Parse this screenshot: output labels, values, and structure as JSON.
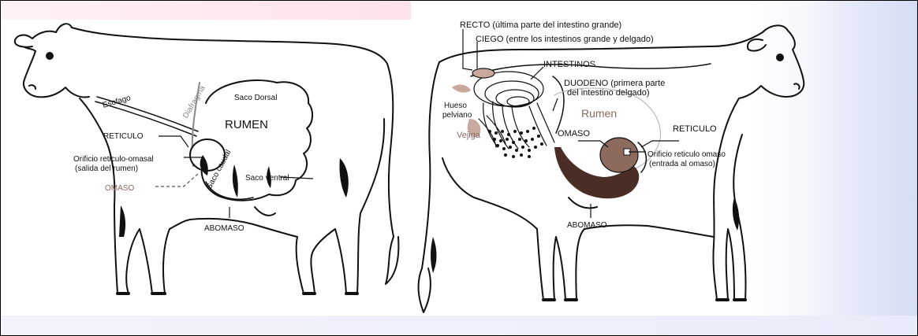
{
  "left_labels": {
    "esofago": "Esofago",
    "diafragma": "Diafragma",
    "saco_dorsal": "Saco Dorsal",
    "rumen": "RUMEN",
    "reticulo": "RETICULO",
    "orificio_line1": "Orificio reticulo-omasal",
    "orificio_line2": "(salida del rumen)",
    "omaso": "OMASO",
    "saco_caudal": "Saco caudal",
    "saco_ventral": "Saco ventral",
    "abomaso": "ABOMASO"
  },
  "right_labels": {
    "recto": "RECTO (última parte del intestino grande)",
    "ciego": "CIEGO (entre los intestinos grande y delgado)",
    "intestinos": "INTESTINOS",
    "duodeno_line1": "DUODENO (primera parte",
    "duodeno_line2": "del intestino delgado)",
    "rumen": "Rumen",
    "hueso_line1": "Hueso",
    "hueso_line2": "pelviano",
    "vejiga": "Vejiga",
    "omaso": "OMASO",
    "reticulo": "RETICULO",
    "orificio_line1": "Orificio reticulo omaso",
    "orificio_line2": "(entrada al omaso)",
    "abomaso": "ABOMASO"
  },
  "colors": {
    "organ_brown": "#4a2e26",
    "omaso_brown": "#8c6a5e",
    "label_brown": "#8a6a62"
  }
}
